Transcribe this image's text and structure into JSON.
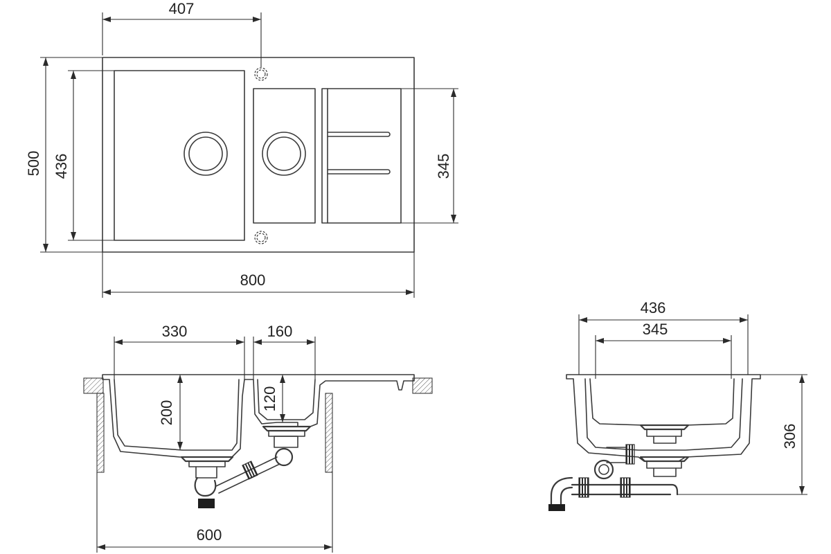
{
  "colors": {
    "line": "#3a3a3a",
    "text": "#222222",
    "background": "#ffffff"
  },
  "top_view": {
    "dimensions": {
      "overall_width": "800",
      "overall_depth": "500",
      "main_bowl_offset": "407",
      "bowl_depth": "436",
      "small_bowl_depth": "345"
    }
  },
  "front_section": {
    "dimensions": {
      "main_bowl_width": "330",
      "small_bowl_width": "160",
      "main_bowl_depth": "200",
      "small_bowl_depth": "120",
      "cabinet_width": "600"
    }
  },
  "side_section": {
    "dimensions": {
      "outer_depth": "436",
      "inner_depth": "345",
      "overall_height": "306"
    }
  }
}
